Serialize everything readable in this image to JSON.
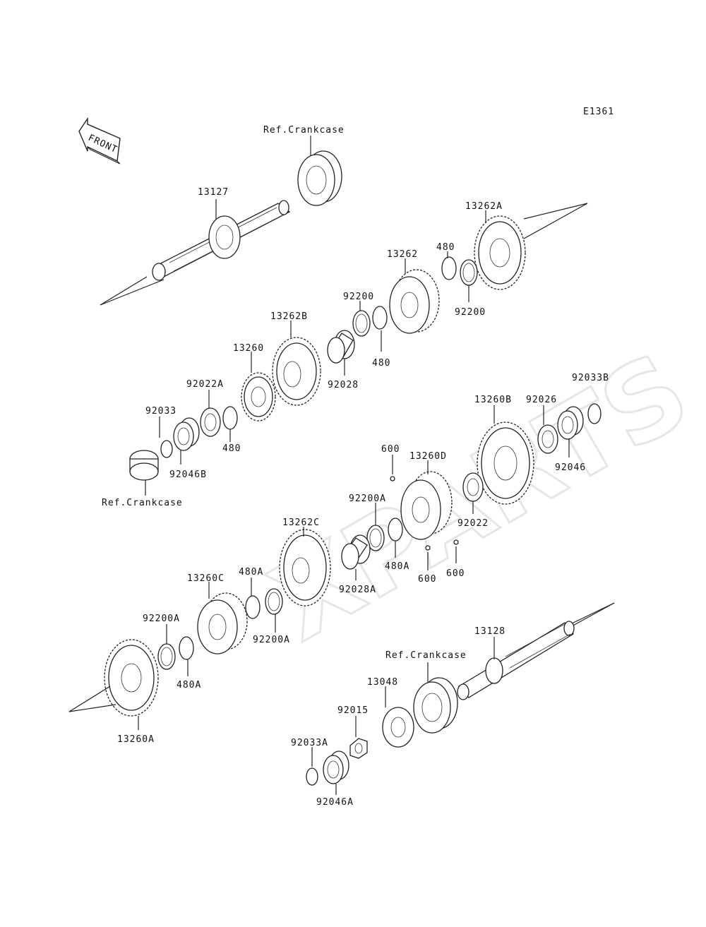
{
  "diagram_code": "E1361",
  "front_label": "FRONT",
  "watermark": "XPARTS",
  "parts": {
    "p13127": "13127",
    "p13128": "13128",
    "p13262": "13262",
    "p13262A": "13262A",
    "p13262B": "13262B",
    "p13262C": "13262C",
    "p13260": "13260",
    "p13260A": "13260A",
    "p13260B": "13260B",
    "p13260C": "13260C",
    "p13260D": "13260D",
    "p13048": "13048",
    "p480a": "480",
    "p480b": "480",
    "p480c": "480",
    "p480A1": "480A",
    "p480A2": "480A",
    "p480A3": "480A",
    "p600a": "600",
    "p600b": "600",
    "p600c": "600",
    "p92200a": "92200",
    "p92200b": "92200",
    "p92200A1": "92200A",
    "p92200A2": "92200A",
    "p92200A3": "92200A",
    "p92028": "92028",
    "p92028A": "92028A",
    "p92022": "92022",
    "p92022A": "92022A",
    "p92033": "92033",
    "p92033A": "92033A",
    "p92033B": "92033B",
    "p92046": "92046",
    "p92046A": "92046A",
    "p92046B": "92046B",
    "p92026": "92026",
    "p92015": "92015",
    "refA": "Ref.Crankcase",
    "refB": "Ref.Crankcase",
    "refC": "Ref.Crankcase"
  }
}
